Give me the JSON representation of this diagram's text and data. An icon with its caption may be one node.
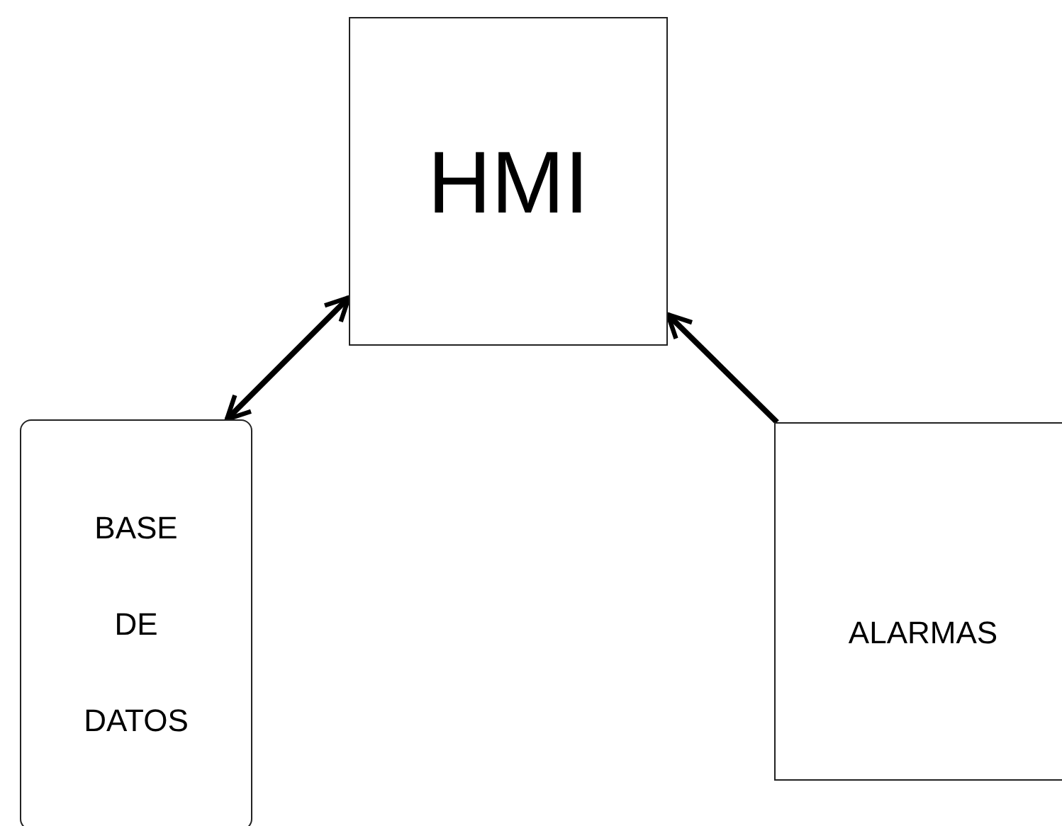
{
  "diagram": {
    "nodes": [
      {
        "text": [
          "HMI"
        ]
      },
      {
        "text": [
          "BASE DE DATOS"
        ]
      },
      {
        "text": [
          "ALARMAS"
        ]
      }
    ],
    "edges": [
      {
        "from": 1,
        "to": 0,
        "arrow": "both"
      },
      {
        "from": 2,
        "to": 0,
        "arrow": "to"
      }
    ]
  }
}
